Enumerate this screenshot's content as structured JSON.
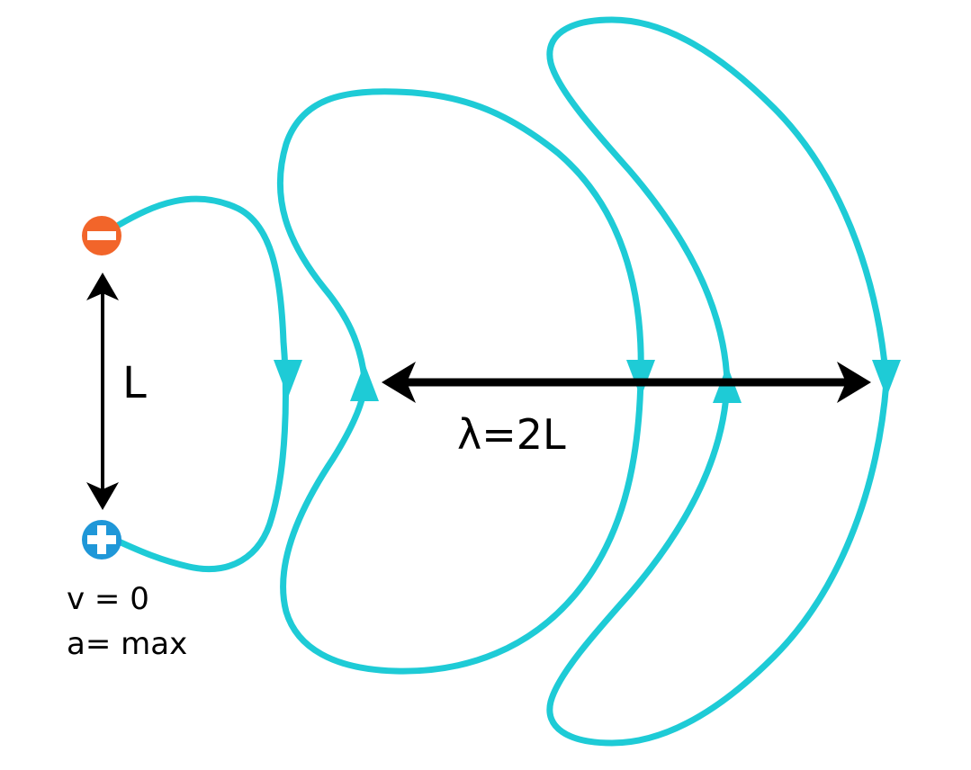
{
  "colors": {
    "field_line": "#1ecbd6",
    "arrow": "#000000",
    "negative_charge": "#f2652a",
    "positive_charge": "#1f97d8",
    "background": "#ffffff"
  },
  "labels": {
    "separation": "L",
    "wavelength": "λ=2L",
    "velocity": "v = 0",
    "acceleration": "a= max"
  },
  "charges": {
    "negative": "negative-charge-icon",
    "positive": "positive-charge-icon"
  }
}
